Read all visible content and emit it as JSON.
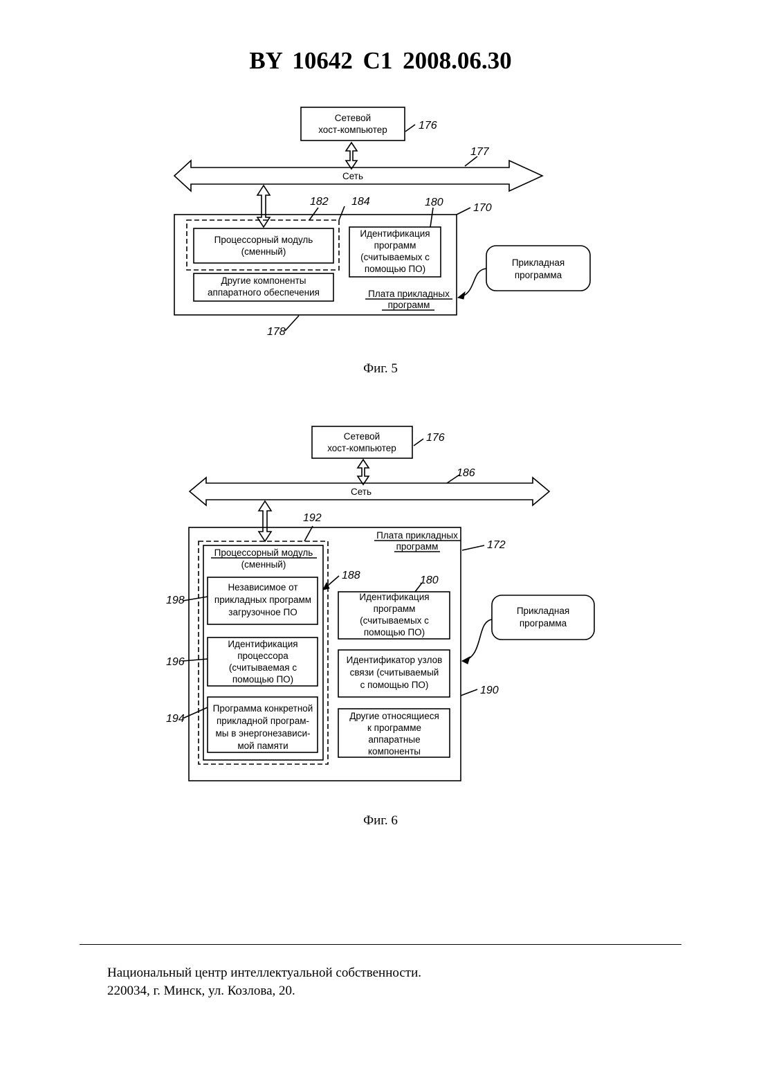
{
  "header": {
    "title": "BY  10642  C1  2008.06.30"
  },
  "fig5": {
    "host": {
      "line1": "Сетевой",
      "line2": "хост-компьютер",
      "ref": "176"
    },
    "network": {
      "label": "Сеть",
      "ref": "177"
    },
    "board": {
      "ref": "170",
      "label_line1": "Плата прикладных",
      "label_line2": "программ",
      "bottom_ref": "178"
    },
    "processor": {
      "line1": "Процессорный модуль",
      "line2": "(сменный)",
      "ref": "182",
      "outer_ref": "184"
    },
    "identification": {
      "line1": "Идентификация",
      "line2": "программ",
      "line3": "(считываемых с",
      "line4": "помощью ПО)",
      "ref": "180"
    },
    "other": {
      "line1": "Другие компоненты",
      "line2": "аппаратного обеспечения"
    },
    "application": {
      "line1": "Прикладная",
      "line2": "программа"
    },
    "caption": "Фиг. 5"
  },
  "fig6": {
    "host": {
      "line1": "Сетевой",
      "line2": "хост-компьютер",
      "ref": "176"
    },
    "network": {
      "label": "Сеть",
      "ref": "186"
    },
    "board": {
      "label_line1": "Плата прикладных",
      "label_line2": "программ",
      "ref": "172",
      "inner_ref": "190"
    },
    "module": {
      "line1": "Процессорный модуль",
      "line2": "(сменный)",
      "ref": "192",
      "inner_ref": "188"
    },
    "bootloader": {
      "line1": "Независимое от",
      "line2": "прикладных программ",
      "line3": "загрузочное ПО",
      "ref": "198"
    },
    "proc_id": {
      "line1": "Идентификация",
      "line2": "процессора",
      "line3": "(считываемая с",
      "line4": "помощью ПО)",
      "ref": "196"
    },
    "nv_program": {
      "line1": "Программа конкретной",
      "line2": "прикладной програм-",
      "line3": "мы в энергонезависи-",
      "line4": "мой памяти",
      "ref": "194"
    },
    "prog_id": {
      "line1": "Идентификация",
      "line2": "программ",
      "line3": "(считываемых с",
      "line4": "помощью ПО)",
      "ref": "180"
    },
    "node_id": {
      "line1": "Идентификатор узлов",
      "line2": "связи (считываемый",
      "line3": "с помощью ПО)"
    },
    "other": {
      "line1": "Другие относящиеся",
      "line2": "к программе",
      "line3": "аппаратные",
      "line4": "компоненты"
    },
    "application": {
      "line1": "Прикладная",
      "line2": "программа"
    },
    "caption": "Фиг. 6"
  },
  "footer": {
    "line1": "Национальный центр интеллектуальной собственности.",
    "line2": "220034, г. Минск, ул. Козлова, 20."
  }
}
